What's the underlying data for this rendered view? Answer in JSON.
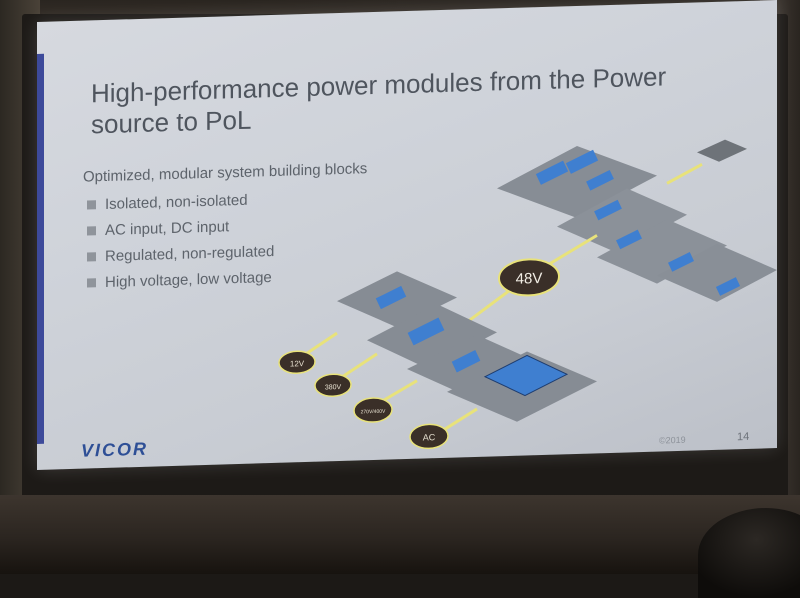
{
  "slide": {
    "title_line1": "High-performance power modules from the Power",
    "title_line2": "source to PoL",
    "subtitle": "Optimized, modular system building blocks",
    "bullets": [
      "Isolated, non-isolated",
      "AC input, DC input",
      "Regulated, non-regulated",
      "High voltage, low voltage"
    ],
    "logo": "VICOR",
    "copyright": "©2019",
    "page_number": "14"
  },
  "diagram": {
    "hub_label": "48V",
    "input_labels": [
      "12V",
      "380V",
      "270V/400V",
      "AC"
    ]
  },
  "colors": {
    "accent": "#3d4a9a",
    "module_blue": "#3f7fd0",
    "board_gray": "#858b93",
    "line_yellow": "#e8e27a",
    "hub_dark": "#3a2f28"
  }
}
